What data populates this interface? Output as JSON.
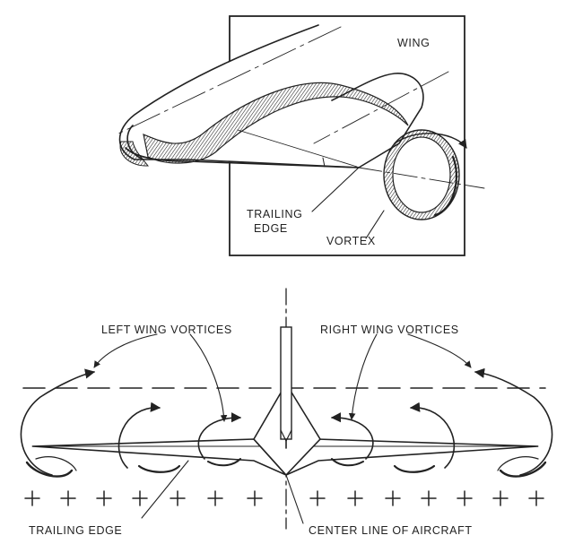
{
  "upper_view": {
    "wing_label": "WING",
    "trailing_edge_label_line1": "TRAILING",
    "trailing_edge_label_line2": "EDGE",
    "vortex_label": "VORTEX"
  },
  "lower_view": {
    "left_wing_vortices_label": "LEFT WING VORTICES",
    "right_wing_vortices_label": "RIGHT WING VORTICES",
    "trailing_edge_label": "TRAILING EDGE",
    "center_line_label": "CENTER LINE OF AIRCRAFT"
  },
  "colors": {
    "ink": "#222222",
    "background": "#ffffff"
  }
}
